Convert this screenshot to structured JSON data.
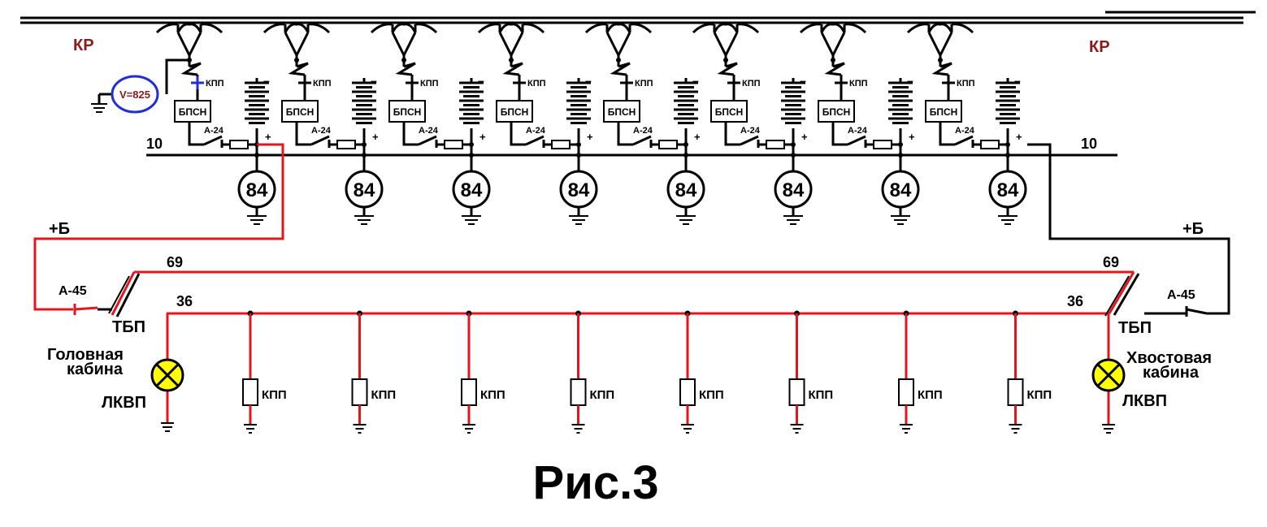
{
  "labels": {
    "kr": "КР",
    "voltmeter": "V=825",
    "kpp": "КПП",
    "bpsn": "БПСН",
    "a24": "А-24",
    "a45": "А-45",
    "wire10": "10",
    "motor": "84",
    "plus_b": "+Б",
    "wire69": "69",
    "wire36": "36",
    "tbp": "ТБП",
    "lkvp": "ЛКВП",
    "head_cab_1": "Головная",
    "head_cab_2": "кабина",
    "tail_cab_1": "Хвостовая",
    "tail_cab_2": "кабина",
    "plus": "+",
    "minus": "–",
    "caption": "Рис.3"
  },
  "colors": {
    "wire": "#000000",
    "control_circuit": "#e8141c",
    "voltmeter_ring": "#1f2fd6",
    "voltmeter_text": "#8b1a1a",
    "kr_text": "#8b1a1a",
    "lamp_fill": "#ffff00"
  },
  "units": {
    "count": 8
  }
}
